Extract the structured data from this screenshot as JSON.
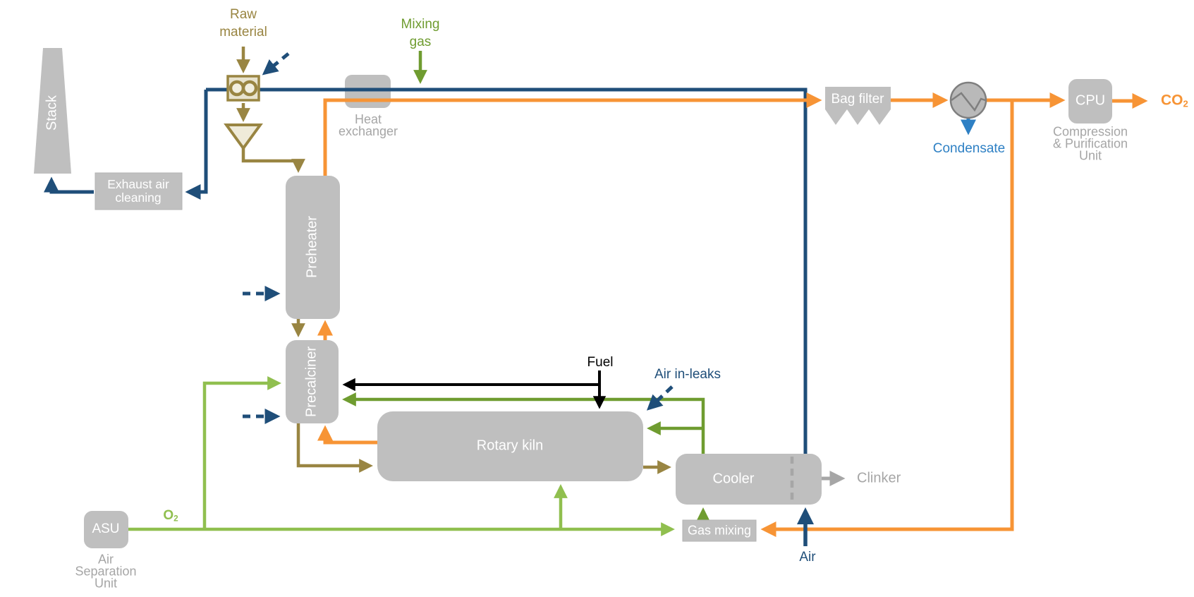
{
  "diagram": {
    "units": {
      "stack": {
        "label": "Stack"
      },
      "exhaust_air_cleaning": {
        "line1": "Exhaust air",
        "line2": "cleaning"
      },
      "heat_exchanger": {
        "line1": "Heat",
        "line2": "exchanger"
      },
      "preheater": {
        "label": "Preheater"
      },
      "precalciner": {
        "label": "Precalciner"
      },
      "rotary_kiln": {
        "label": "Rotary kiln"
      },
      "cooler": {
        "label": "Cooler"
      },
      "bag_filter": {
        "label": "Bag filter"
      },
      "gas_mixing": {
        "label": "Gas mixing"
      },
      "asu": {
        "label": "ASU",
        "caption1": "Air",
        "caption2": "Separation",
        "caption3": "Unit"
      },
      "cpu": {
        "label": "CPU",
        "caption1": "Compression",
        "caption2": "& Purification",
        "caption3": "Unit"
      }
    },
    "streams": {
      "raw_material": {
        "line1": "Raw",
        "line2": "material"
      },
      "mixing_gas": {
        "line1": "Mixing",
        "line2": "gas"
      },
      "fuel": {
        "label": "Fuel"
      },
      "air_in_leaks": {
        "label": "Air in-leaks"
      },
      "air": {
        "label": "Air"
      },
      "condensate": {
        "label": "Condensate"
      },
      "clinker": {
        "label": "Clinker"
      },
      "o2": {
        "base": "O",
        "sub": "2"
      },
      "co2": {
        "base": "CO",
        "sub": "2"
      }
    },
    "colors": {
      "raw_meal": "#998542",
      "co2_flue_gas": "#F79435",
      "oxygen": "#90BF4F",
      "mixing_gas": "#6F9C30",
      "air_vent": "#1F4E79",
      "condensate": "#2E80C4",
      "fuel": "#000000",
      "clinker": "#A6A6A6",
      "unit_fill": "#BFBFBF",
      "caption_text": "#A6A6A6"
    }
  }
}
